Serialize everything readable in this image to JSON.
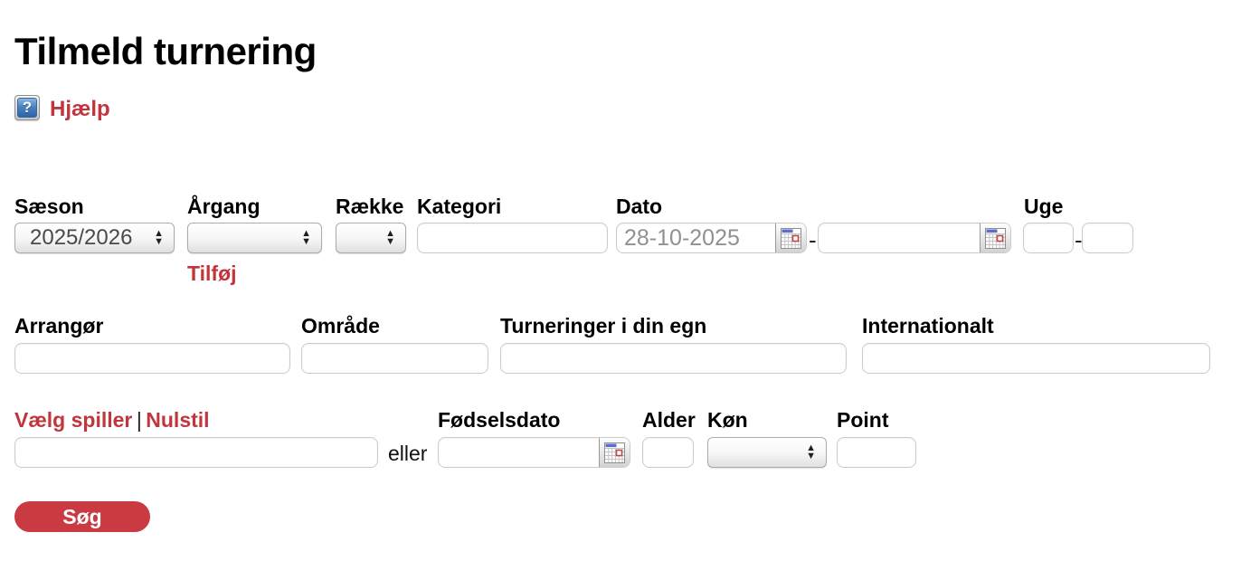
{
  "page": {
    "title": "Tilmeld turnering"
  },
  "help": {
    "label": "Hjælp",
    "icon_glyph": "?"
  },
  "colors": {
    "link_red": "#c3353c",
    "button_red": "#ca3a42",
    "input_border": "#cbcbcb",
    "select_border": "#ababab",
    "date_text_gray": "#909090"
  },
  "filters": {
    "season": {
      "label": "Sæson",
      "selected": "2025/2026"
    },
    "age_group": {
      "label": "Årgang",
      "selected": "",
      "add_link": "Tilføj"
    },
    "division": {
      "label": "Række",
      "selected": ""
    },
    "category": {
      "label": "Kategori",
      "value": ""
    },
    "date": {
      "label": "Dato",
      "from": "28-10-2025",
      "to": "",
      "separator": "-"
    },
    "week": {
      "label": "Uge",
      "from": "",
      "to": "",
      "separator": "-"
    },
    "organizer": {
      "label": "Arrangør",
      "value": ""
    },
    "area": {
      "label": "Område",
      "value": ""
    },
    "local": {
      "label": "Turneringer i din egn",
      "value": ""
    },
    "international": {
      "label": "Internationalt",
      "value": ""
    }
  },
  "player": {
    "choose_link": "Vælg spiller",
    "divider": "|",
    "reset_link": "Nulstil",
    "name_value": "",
    "or_text": "eller",
    "birthdate": {
      "label": "Fødselsdato",
      "value": ""
    },
    "age": {
      "label": "Alder",
      "value": ""
    },
    "gender": {
      "label": "Køn",
      "selected": ""
    },
    "points": {
      "label": "Point",
      "value": ""
    }
  },
  "actions": {
    "search": "Søg"
  }
}
